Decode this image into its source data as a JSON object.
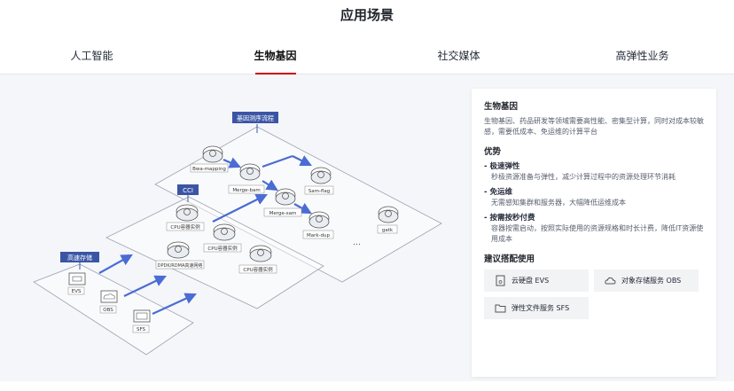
{
  "page": {
    "title": "应用场景"
  },
  "tabs": [
    {
      "label": "人工智能",
      "active": false
    },
    {
      "label": "生物基因",
      "active": true
    },
    {
      "label": "社交媒体",
      "active": false
    },
    {
      "label": "高弹性业务",
      "active": false
    }
  ],
  "diagram": {
    "flow_label": "基因测序流程",
    "cci_label": "CCI",
    "storage_label": "高速存储",
    "nodes": {
      "bwa_mapping": "Bwa-mapping",
      "merge_bam": "Merge-bam",
      "sam_flag": "Sam-flag",
      "merge_sam": "Merge-sam",
      "mark_dup": "Mark-dup",
      "gatk": "gatk",
      "ellipsis": "…",
      "cpu_1": "CPU容器实例",
      "cpu_2": "CPU容器实例",
      "dpdk": "DPDK/RDMA高速网络",
      "cpu_3": "CPU容器实例",
      "evs": "EVS",
      "obs": "OBS",
      "sfs": "SFS"
    },
    "colors": {
      "accent": "#4a6cd4",
      "label_bg": "#3b55a5"
    }
  },
  "panel": {
    "title": "生物基因",
    "description": "生物基因、药品研发等领域需要高性能、密集型计算，同时对成本较敏感，需要低成本、免运维的计算平台",
    "advantages_title": "优势",
    "advantages": [
      {
        "title": "极速弹性",
        "desc": "秒极资源准备与弹性，减少计算过程中的资源处理环节消耗"
      },
      {
        "title": "免运维",
        "desc": "无需感知集群和服务器，大幅降低运维成本"
      },
      {
        "title": "按需按秒付费",
        "desc": "容器按需启动，按照实际使用的资源规格和时长计费，降低IT资源使用成本"
      }
    ],
    "combo_title": "建议搭配使用",
    "combo": [
      {
        "label": "云硬盘 EVS",
        "icon": "disk-icon"
      },
      {
        "label": "对象存储服务 OBS",
        "icon": "cloud-icon"
      },
      {
        "label": "弹性文件服务 SFS",
        "icon": "folder-icon"
      }
    ]
  }
}
